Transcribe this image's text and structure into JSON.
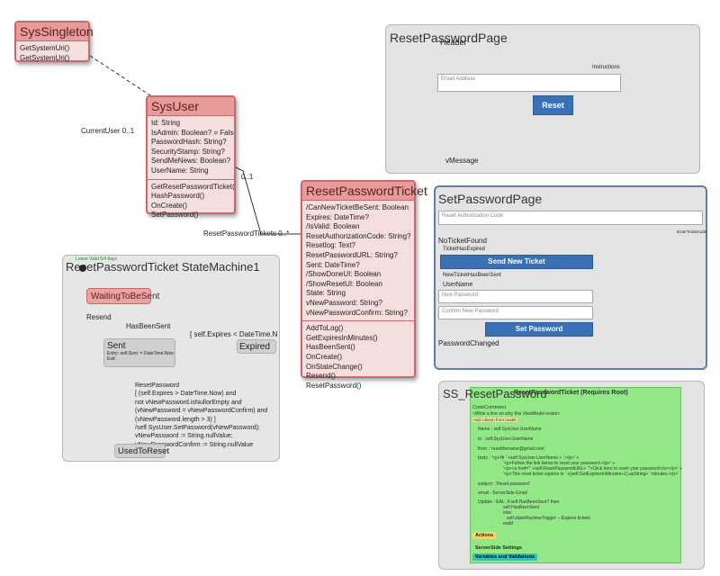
{
  "sys_singleton": {
    "title": "SysSingleton",
    "methods": [
      "GetSystemUri()",
      "GetSystemUri()"
    ]
  },
  "sys_user": {
    "title": "SysUser",
    "attributes": [
      "Id: String",
      "IsAdmin: Boolean? = False",
      "PasswordHash: String?",
      "SecurityStamp: String?",
      "SendMeNews: Boolean?",
      "UserName: String"
    ],
    "methods": [
      "GetResetPasswordTicket()",
      "HashPassword()",
      "OnCreate()",
      "SetPassword()"
    ]
  },
  "reset_ticket": {
    "title": "ResetPasswordTicket",
    "attributes": [
      "/CanNewTicketBeSent: Boolean",
      "Expires: DateTime?",
      "/IsValid: Boolean",
      "ResetAuthorizationCode: String?",
      "Resetlog: Text?",
      "ResetPasswordURL: String?",
      "Sent: DateTime?",
      "/ShowDoneUI: Boolean",
      "/ShowResetUI: Boolean",
      "State: String",
      "vNewPassword: String?",
      "vNewPasswordConfirm: String?"
    ],
    "methods": [
      "AddToLog()",
      "GetExpiresInMinutes()",
      "HasBeenSent()",
      "OnCreate()",
      "OnStateChange()",
      "Resend()",
      "ResetPassword()"
    ]
  },
  "associations": {
    "current_user": "CurrentUser 0..1",
    "user_mult": "0..1",
    "tickets": "ResetPasswordTickets 0..*"
  },
  "state_machine": {
    "title": "ResetPasswordTicket StateMachine1",
    "initial_label": "Lease Valid 5/4 days",
    "state_waiting": "WaitingToBeSent",
    "state_sent": "Sent",
    "sent_entry": [
      "Entry: self.Sent := DateTime.Now",
      "Exit:"
    ],
    "state_expired": "Expired",
    "state_used": "UsedToReset",
    "t_has_been_sent": "HasBeenSent",
    "t_resend": "Resend",
    "t_expires": "[ self.Expires < DateTime.Now",
    "t_reset": [
      "ResetPassword",
      "[ (self.Expires > DateTime.Now) and",
      "not vNewPassword.isNullorEmpty and",
      "(vNewPassword = vNewPasswordConfirm) and",
      "(vNewPassword.length > 3) ]",
      "/self.SysUser.SetPassword(vNewPassword);",
      "vNewPassword := String.nullValue;",
      "vNewPasswordConfirm := String.nullValue"
    ]
  },
  "reset_page": {
    "title": "ResetPasswordPage",
    "header": "Header",
    "instructions": "Instructions",
    "email_placeholder": "Email Address",
    "reset_button": "Reset",
    "message": "vMessage"
  },
  "set_page": {
    "title": "SetPasswordPage",
    "code_placeholder": "Reset Authorization Code",
    "enter_code": "EnterTicketCode",
    "no_ticket": "NoTicketFound",
    "has_expired": "TicketHasExpired",
    "send_new_button": "Send New Ticket",
    "new_sent": "NewTicketHasBeenSent",
    "username": "UserName",
    "new_pw_placeholder": "New Password",
    "confirm_pw_placeholder": "Confirm New Password",
    "set_button": "Set Password",
    "changed": "PasswordChanged"
  },
  "ss_reset": {
    "title": "SS_ResetPassword",
    "root": "ResetPasswordTicket (Requires Root)",
    "code_comment": "CodeComment",
    "comment_text": "<Write a line on why this ViewModel exists>",
    "add_column": "Add column from model",
    "lines": [
      "Name : self.SysUser.UserName",
      "to : self.SysUser.UserName",
      "from : 'resetthename@gmail.com'",
      "body : '<p>Hi ' +self.SysUser.UserName + ',</p>' +",
      "'<p>Follow the link below to reset your password.</p>' +",
      "'<p><a href=\"' +self.ResetPasswordURL+ '\">Click here to reset your password</a></p>' +",
      "'<p>This reset ticket expires in ' +(self.GetExpiresInMinutes+1).asString+ ' minutes.</p>'",
      "subject : 'Reset password'",
      "email : ServerSide Email",
      "Update : EAL: if self.HasBeenSent? then",
      "self.HasBeenSent",
      "else",
      "self.stateMachineTrigger -- Expires tickets",
      "endif"
    ],
    "actions": "Actions",
    "server_settings": "ServerSide Settings",
    "variables": "Variables and Validations"
  },
  "colors": {
    "class_fill": "#f4dede",
    "class_header": "#e79b9b",
    "button_blue": "#3b6fb6",
    "green_panel": "#92e886"
  }
}
